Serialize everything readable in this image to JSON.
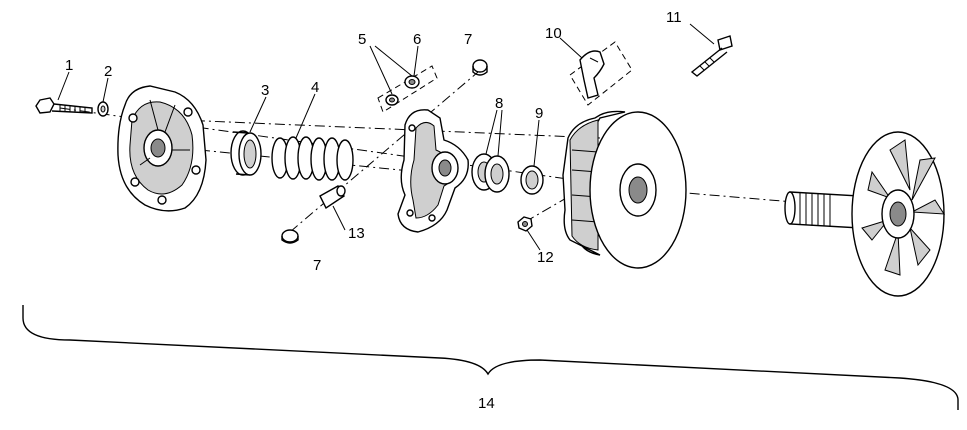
{
  "diagram": {
    "callouts": {
      "c1": "1",
      "c2": "2",
      "c3": "3",
      "c4": "4",
      "c5": "5",
      "c6": "6",
      "c7a": "7",
      "c7b": "7",
      "c8": "8",
      "c9": "9",
      "c10": "10",
      "c11": "11",
      "c12": "12",
      "c13": "13",
      "c14": "14"
    }
  }
}
